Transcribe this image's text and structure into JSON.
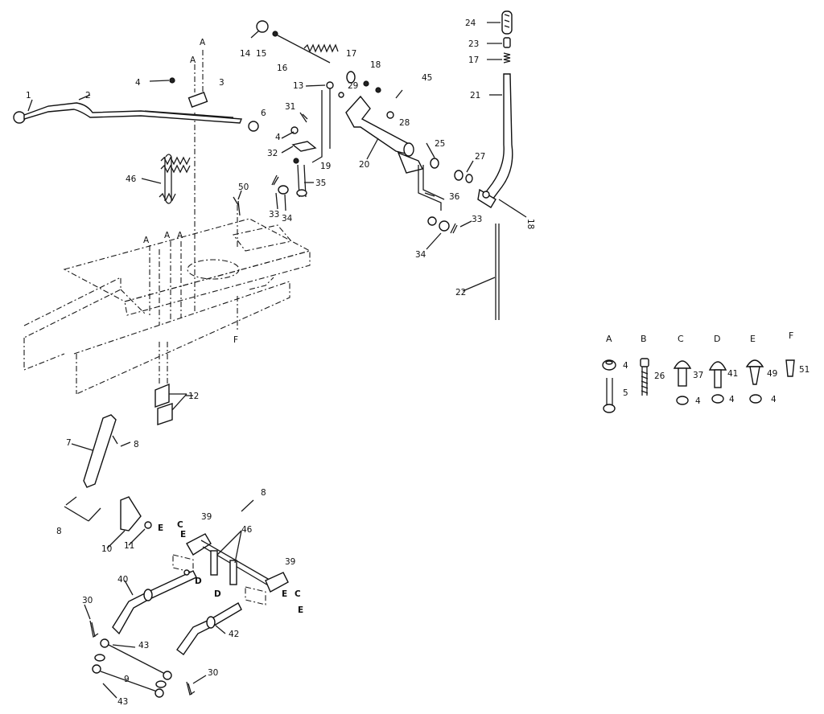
{
  "labels": [
    {
      "id": "c1",
      "text": "1"
    },
    {
      "id": "c2",
      "text": "2"
    },
    {
      "id": "c3",
      "text": "3"
    },
    {
      "id": "c4a",
      "text": "4"
    },
    {
      "id": "c4b",
      "text": "4"
    },
    {
      "id": "c6",
      "text": "6"
    },
    {
      "id": "cA1",
      "text": "A"
    },
    {
      "id": "cA2",
      "text": "A"
    },
    {
      "id": "c46a",
      "text": "46"
    },
    {
      "id": "c14",
      "text": "14"
    },
    {
      "id": "c15",
      "text": "15"
    },
    {
      "id": "c16",
      "text": "16"
    },
    {
      "id": "c17a",
      "text": "17"
    },
    {
      "id": "c18",
      "text": "18"
    },
    {
      "id": "c13",
      "text": "13"
    },
    {
      "id": "c29",
      "text": "29"
    },
    {
      "id": "c45",
      "text": "45"
    },
    {
      "id": "c28",
      "text": "28"
    },
    {
      "id": "c31",
      "text": "31"
    },
    {
      "id": "c32",
      "text": "32"
    },
    {
      "id": "c19",
      "text": "19"
    },
    {
      "id": "c20",
      "text": "20"
    },
    {
      "id": "c25",
      "text": "25"
    },
    {
      "id": "c27",
      "text": "27"
    },
    {
      "id": "c24",
      "text": "24"
    },
    {
      "id": "c23",
      "text": "23"
    },
    {
      "id": "c17b",
      "text": "17"
    },
    {
      "id": "c21",
      "text": "21"
    },
    {
      "id": "c18b",
      "text": "18"
    },
    {
      "id": "c35",
      "text": "35"
    },
    {
      "id": "c36",
      "text": "36"
    },
    {
      "id": "c33a",
      "text": "33"
    },
    {
      "id": "c34a",
      "text": "34"
    },
    {
      "id": "c50",
      "text": "50"
    },
    {
      "id": "c33b",
      "text": "33"
    },
    {
      "id": "c34b",
      "text": "34"
    },
    {
      "id": "c22",
      "text": "22"
    },
    {
      "id": "cA3",
      "text": "A"
    },
    {
      "id": "cA4",
      "text": "A"
    },
    {
      "id": "cA5",
      "text": "A"
    },
    {
      "id": "cF",
      "text": "F"
    },
    {
      "id": "c12",
      "text": "12"
    },
    {
      "id": "c7",
      "text": "7"
    },
    {
      "id": "c8a",
      "text": "8"
    },
    {
      "id": "c8b",
      "text": "8"
    },
    {
      "id": "c8c",
      "text": "8"
    },
    {
      "id": "c10",
      "text": "10"
    },
    {
      "id": "c11",
      "text": "11"
    },
    {
      "id": "cE1",
      "text": "E"
    },
    {
      "id": "cC1",
      "text": "C"
    },
    {
      "id": "cE2",
      "text": "E"
    },
    {
      "id": "c39a",
      "text": "39"
    },
    {
      "id": "c46b",
      "text": "46"
    },
    {
      "id": "c39b",
      "text": "39"
    },
    {
      "id": "cD1",
      "text": "D"
    },
    {
      "id": "c40",
      "text": "40"
    },
    {
      "id": "cE3",
      "text": "E"
    },
    {
      "id": "cC2",
      "text": "C"
    },
    {
      "id": "cD2",
      "text": "D"
    },
    {
      "id": "cE4",
      "text": "E"
    },
    {
      "id": "c42",
      "text": "42"
    },
    {
      "id": "c30a",
      "text": "30"
    },
    {
      "id": "c43a",
      "text": "43"
    },
    {
      "id": "c9",
      "text": "9"
    },
    {
      "id": "c43b",
      "text": "43"
    },
    {
      "id": "c30b",
      "text": "30"
    }
  ],
  "legend": {
    "headers": [
      "A",
      "B",
      "C",
      "D",
      "E",
      "F"
    ],
    "labels": [
      {
        "id": "l4a",
        "text": "4"
      },
      {
        "id": "l5",
        "text": "5"
      },
      {
        "id": "l26",
        "text": "26"
      },
      {
        "id": "l37",
        "text": "37"
      },
      {
        "id": "l4c",
        "text": "4"
      },
      {
        "id": "l41",
        "text": "41"
      },
      {
        "id": "l4d",
        "text": "4"
      },
      {
        "id": "l49",
        "text": "49"
      },
      {
        "id": "l4e",
        "text": "4"
      },
      {
        "id": "l51",
        "text": "51"
      }
    ]
  }
}
